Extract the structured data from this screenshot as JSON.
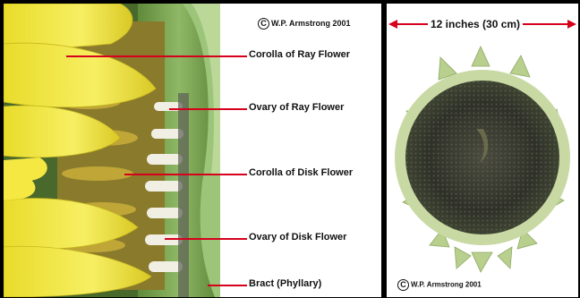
{
  "left_panel": {
    "copyright": "W.P. Armstrong 2001",
    "labels": [
      "Corolla of Ray Flower",
      "Ovary of Ray Flower",
      "Corolla of Disk Flower",
      "Ovary of Disk Flower",
      "Bract (Phyllary)"
    ]
  },
  "right_panel": {
    "dimension": "12 inches (30 cm)",
    "copyright": "W.P. Armstrong 2001"
  },
  "colors": {
    "leader_line": "#d6001c",
    "ray_petal": "#f3e63a",
    "seed_head": "#2f3128",
    "bract": "#b8cf8e"
  }
}
